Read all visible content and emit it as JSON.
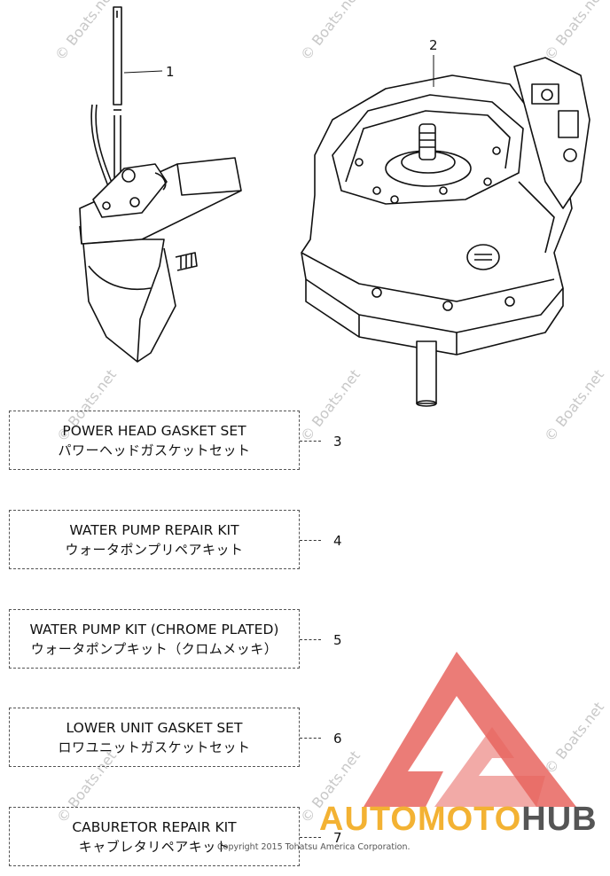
{
  "parts": [
    {
      "number": "1"
    },
    {
      "number": "2"
    }
  ],
  "kits": [
    {
      "number": "3",
      "name_en": "POWER HEAD GASKET SET",
      "name_ja": "パワーヘッドガスケットセット"
    },
    {
      "number": "4",
      "name_en": "WATER PUMP REPAIR KIT",
      "name_ja": "ウォータポンプリペアキット"
    },
    {
      "number": "5",
      "name_en": "WATER PUMP KIT (CHROME PLATED)",
      "name_ja": "ウォータポンプキット（クロムメッキ）"
    },
    {
      "number": "6",
      "name_en": "LOWER UNIT GASKET SET",
      "name_ja": "ロワユニットガスケットセット"
    },
    {
      "number": "7",
      "name_en": "CABURETOR REPAIR KIT",
      "name_ja": "キャブレタリペアキット"
    }
  ],
  "watermark": "© Boats.net",
  "copyright": "Copyright 2015 Tohatsu America Corporation.",
  "brand": {
    "part1": "AUTOMOTO",
    "part2": "HUB",
    "color_primary": "#f3b233",
    "color_secondary": "#555555",
    "logo_color": "#e8655f"
  }
}
